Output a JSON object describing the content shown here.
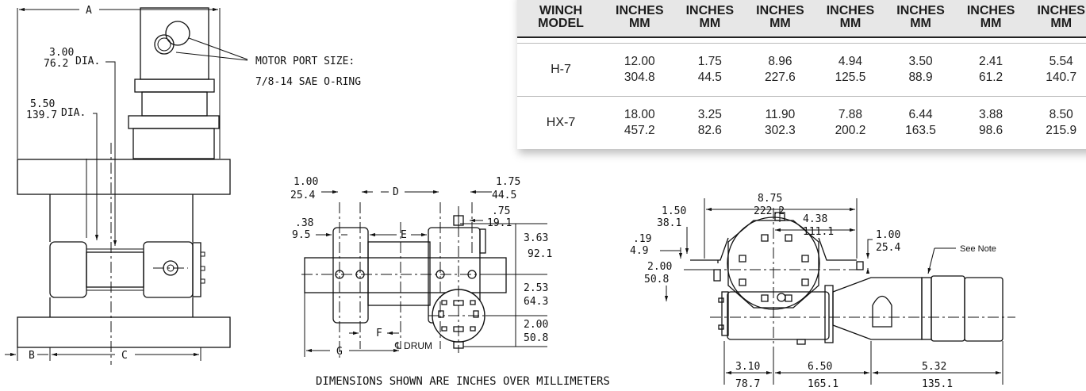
{
  "table": {
    "headers": [
      [
        "WINCH",
        "MODEL"
      ],
      [
        "INCHES",
        "MM"
      ],
      [
        "INCHES",
        "MM"
      ],
      [
        "INCHES",
        "MM"
      ],
      [
        "INCHES",
        "MM"
      ],
      [
        "INCHES",
        "MM"
      ],
      [
        "INCHES",
        "MM"
      ],
      [
        "INCHES",
        "MM"
      ]
    ],
    "rows": [
      {
        "model": "H-7",
        "cells": [
          [
            "12.00",
            "304.8"
          ],
          [
            "1.75",
            "44.5"
          ],
          [
            "8.96",
            "227.6"
          ],
          [
            "4.94",
            "125.5"
          ],
          [
            "3.50",
            "88.9"
          ],
          [
            "2.41",
            "61.2"
          ],
          [
            "5.54",
            "140.7"
          ]
        ]
      },
      {
        "model": "HX-7",
        "cells": [
          [
            "18.00",
            "457.2"
          ],
          [
            "3.25",
            "82.6"
          ],
          [
            "11.90",
            "302.3"
          ],
          [
            "7.88",
            "200.2"
          ],
          [
            "6.44",
            "163.5"
          ],
          [
            "3.88",
            "98.6"
          ],
          [
            "8.50",
            "215.9"
          ]
        ]
      }
    ]
  },
  "drawing": {
    "left_view": {
      "dim_a": "A",
      "dim_b": "B",
      "dim_c": "C",
      "dia_small_in": "3.00",
      "dia_small_mm": "76.2",
      "dia_large_in": "5.50",
      "dia_large_mm": "139.7",
      "dia_suffix": "DIA.",
      "motor_port_line1": "MOTOR PORT SIZE:",
      "motor_port_line2": "7/8-14 SAE O-RING"
    },
    "middle_view": {
      "d1_in": "1.00",
      "d1_mm": "25.4",
      "d2_in": ".38",
      "d2_mm": "9.5",
      "d3_in": "1.75",
      "d3_mm": "44.5",
      "d4_in": ".75",
      "d4_mm": "19.1",
      "d5_in": "3.63",
      "d5_mm": "92.1",
      "d6_in": "2.53",
      "d6_mm": "64.3",
      "d7_in": "2.00",
      "d7_mm": "50.8",
      "dim_d": "D",
      "dim_e": "E",
      "dim_f": "F",
      "dim_g": "G",
      "drum_label": "℄ DRUM"
    },
    "right_view": {
      "r1_in": "8.75",
      "r1_mm": "222.2",
      "r2_in": "4.38",
      "r2_mm": "111.1",
      "r3_in": "1.50",
      "r3_mm": "38.1",
      "r4_in": ".19",
      "r4_mm": "4.9",
      "r5_in": "1.00",
      "r5_mm": "25.4",
      "r6_in": "2.00",
      "r6_mm": "50.8",
      "r7_in": "3.10",
      "r7_mm": "78.7",
      "r8_in": "6.50",
      "r8_mm": "165.1",
      "r9_in": "5.32",
      "r9_mm": "135.1",
      "see_note": "See Note"
    },
    "footer_note": "DIMENSIONS SHOWN ARE INCHES OVER MILLIMETERS"
  }
}
